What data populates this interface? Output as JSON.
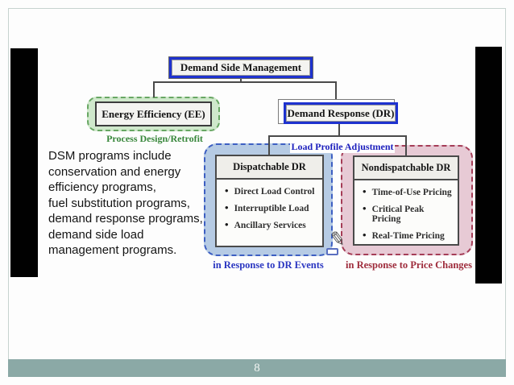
{
  "slide": {
    "page_number": "8",
    "description_text": "DSM programs include\nconservation and energy\nefficiency programs,\nfuel substitution programs,\ndemand response programs,\ndemand side load\nmanagement programs.",
    "diagram": {
      "root_title": "Demand Side Management",
      "energy_efficiency": {
        "title": "Energy Efficiency (EE)",
        "caption": "Process Design/Retrofit"
      },
      "demand_response": {
        "title": "Demand Response (DR)",
        "caption": "Load Profile Adjustment"
      },
      "dispatchable": {
        "title": "Dispatchable DR",
        "items": [
          "Direct Load Control",
          "Interruptible Load",
          "Ancillary Services"
        ],
        "footer": "in Response to DR Events",
        "bullet_glyph": "•"
      },
      "nondispatchable": {
        "title": "Nondispatchable DR",
        "items": [
          "Time-of-Use Pricing",
          "Critical Peak Pricing",
          "Real-Time Pricing"
        ],
        "footer": "in Response to Price Changes",
        "bullet_glyph": "•"
      },
      "pencil_glyph": "✎"
    },
    "colors": {
      "accent_blue_border": "#1e32cf",
      "connector_gray": "#4a4a4a",
      "green_fill": "#cfe8cb",
      "green_border": "#68a763",
      "green_caption_text": "#38873b",
      "blue_group_fill": "#b6cbe4",
      "blue_group_border": "#3d5fc2",
      "blue_label_text": "#2a36c1",
      "navy_label_text": "#1c1fbd",
      "pink_group_fill": "#e7cad5",
      "pink_group_border": "#a53d57",
      "red_label_text": "#9e2b3b",
      "footer_teal": "#8ba9a6",
      "sidebar_black": "#010101"
    }
  }
}
